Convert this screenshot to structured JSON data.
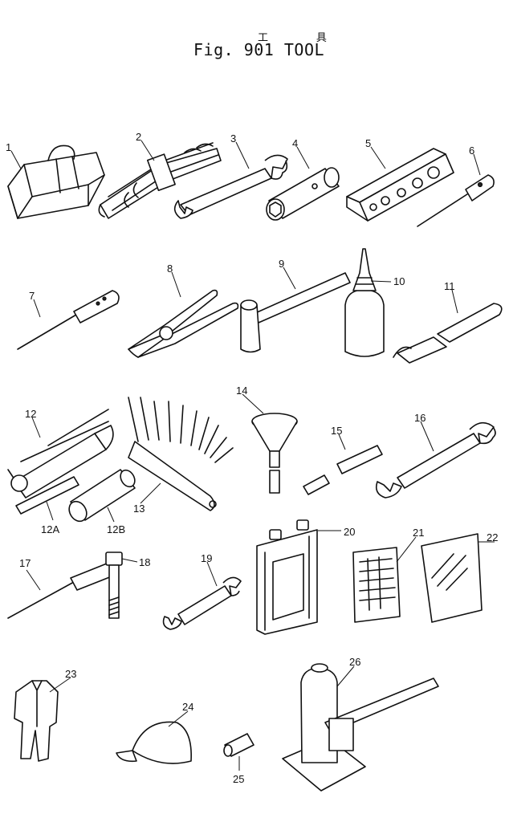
{
  "title": {
    "kanji": "工 具",
    "text": "Fig. 901 TOOL"
  },
  "callouts": [
    "1",
    "2",
    "3",
    "4",
    "5",
    "6",
    "7",
    "8",
    "9",
    "10",
    "11",
    "12",
    "12A",
    "12B",
    "13",
    "14",
    "15",
    "16",
    "17",
    "18",
    "19",
    "20",
    "21",
    "22",
    "23",
    "24",
    "25",
    "26"
  ]
}
